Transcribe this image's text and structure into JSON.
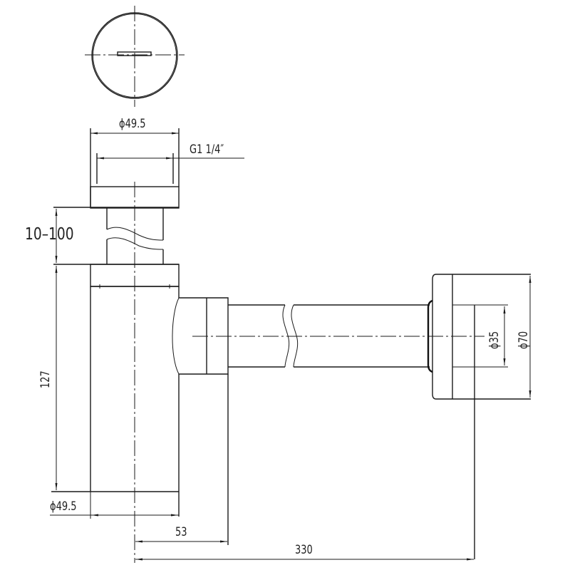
{
  "drawing": {
    "title": "Bottle trap technical drawing",
    "units": "mm",
    "views": [
      "top-view",
      "front-view"
    ],
    "colors": {
      "line": "#1a1a1a",
      "background": "#ffffff"
    }
  },
  "dimensions": {
    "top_diameter": "ϕ49.5",
    "thread": "G1 1/4″",
    "height_adjust": "10–100",
    "body_height": "127",
    "bottom_diameter": "ϕ49.5",
    "outlet_offset": "53",
    "total_length": "330",
    "outlet_diameter": "ϕ35",
    "flange_diameter": "ϕ70"
  }
}
